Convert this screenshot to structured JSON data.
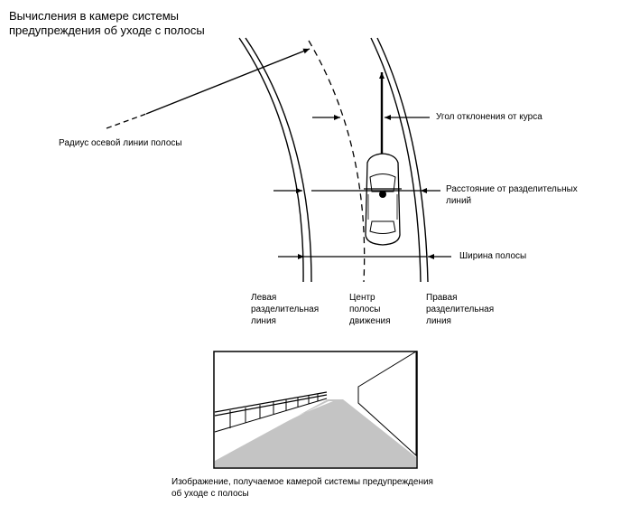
{
  "title": {
    "line1": "Вычисления в камере системы",
    "line2": "предупреждения об уходе с полосы"
  },
  "labels": {
    "radius": "Радиус осевой линии полосы",
    "yaw_angle": "Угол отклонения от курса",
    "offset_line1": "Расстояние от разделительных",
    "offset_line2": "линий",
    "lane_width": "Ширина полосы",
    "left_line": [
      "Левая",
      "разделительная",
      "линия"
    ],
    "center_line": [
      "Центр",
      "полосы",
      "движения"
    ],
    "right_line": [
      "Правая",
      "разделительная",
      "линия"
    ]
  },
  "caption": {
    "line1": "Изображение, получаемое камерой системы предупреждения",
    "line2": "об уходе с полосы"
  }
}
